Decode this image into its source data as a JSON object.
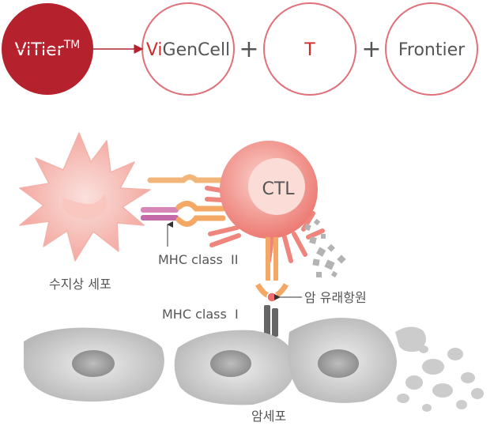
{
  "header": {
    "brand": {
      "prefix": "ViTier",
      "superscript": "TM"
    },
    "components": [
      {
        "accent": "Vi",
        "rest": "GenCell"
      },
      {
        "accent": "T",
        "rest": ""
      },
      {
        "accent": "",
        "rest": "Frontier"
      }
    ],
    "plus": "+"
  },
  "labels": {
    "ctl": "CTL",
    "mhc2": "MHC class  II",
    "mhc1": "MHC class  I",
    "dendritic": "수지상 세포",
    "antigen": "암 유래항원",
    "cancer": "암세포"
  },
  "colors": {
    "brand_red": "#b5222e",
    "accent_red": "#d42a2a",
    "ring": "#e0707a",
    "text": "#555555"
  }
}
